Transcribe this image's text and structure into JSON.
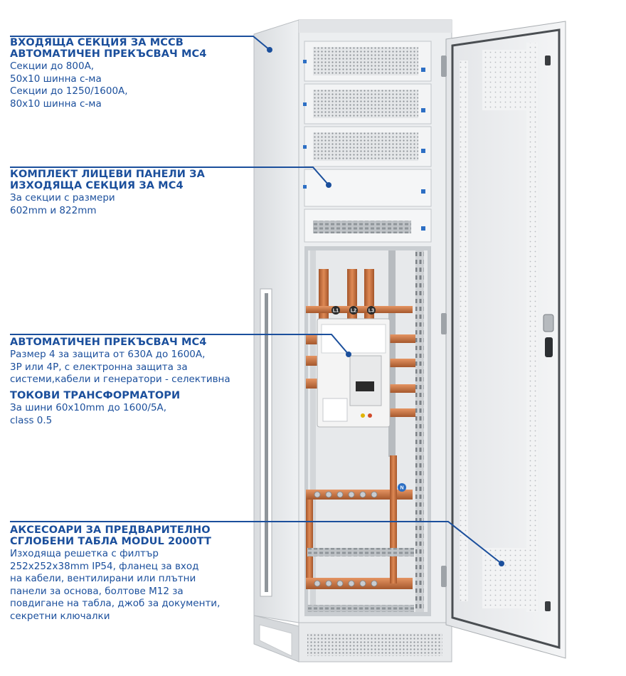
{
  "callouts": [
    {
      "title_lines": [
        "ВХОДЯЩА СЕКЦИЯ ЗА MCCB",
        "АВТОМАТИЧЕН ПРЕКЪСВАЧ MC4"
      ],
      "body_lines": [
        "Секции до 800А,",
        "50x10 шинна с-ма",
        "Секции до 1250/1600А,",
        "80x10 шинна с-ма"
      ]
    },
    {
      "title_lines": [
        "КОМПЛЕКТ ЛИЦЕВИ ПАНЕЛИ ЗА",
        "ИЗХОДЯЩА СЕКЦИЯ ЗА MC4"
      ],
      "body_lines": [
        "За секции с размери",
        "602mm и 822mm"
      ]
    },
    {
      "title_lines": [
        "АВТОМАТИЧЕН ПРЕКЪСВАЧ MC4"
      ],
      "body_lines": [
        "Размер 4 за защита от 630А до 1600А,",
        "3P или 4P, с електронна защита за",
        "системи,кабели и генератори - селективна"
      ]
    },
    {
      "title_lines": [
        "ТОКОВИ ТРАНСФОРМАТОРИ"
      ],
      "body_lines": [
        "За шини 60x10mm до 1600/5A,",
        "class 0.5"
      ]
    },
    {
      "title_lines": [
        "АКСЕСОАРИ ЗА ПРЕДВАРИТЕЛНО",
        "СГЛОБЕНИ ТАБЛА MODUL 2000TT"
      ],
      "body_lines": [
        "Изходяща решетка с филтър",
        "252x252x38mm IP54, фланец за вход",
        "на кабели, вентилирани или плътни",
        "панели за основа, болтове М12 за",
        "повдигане на табла, джоб за документи,",
        "секретни ключалки"
      ]
    }
  ],
  "phase_labels": [
    "L1",
    "L2",
    "L3"
  ],
  "neutral_label": "N",
  "colors": {
    "accent": "#1b4f9c",
    "cabinet": "#eceef0",
    "copper": "#c8703f",
    "breaker": "#f2f2f2"
  },
  "icons": [
    "dot-marker-icon",
    "door-hinge-icon",
    "door-handle-icon",
    "din-rail-icon",
    "busbar-bolt-icon"
  ]
}
